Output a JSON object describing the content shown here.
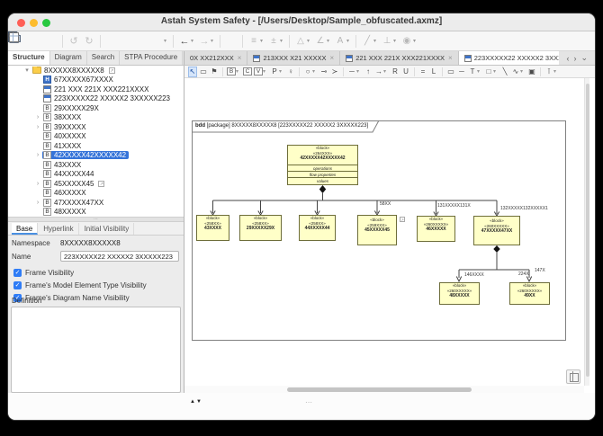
{
  "window": {
    "title": "Astah System Safety - [/Users/Desktop/Sample_obfuscated.axmz]"
  },
  "icons": {
    "undo": "↺",
    "redo": "↻",
    "back": "←",
    "forward": "→",
    "caret": "▾",
    "chevron_right": "›",
    "chevron_down": "▾",
    "close": "×",
    "link": "↗",
    "check": "✓",
    "tab_prev": "‹",
    "tab_next": "›",
    "tab_list": "⌄",
    "dots": "⋯",
    "up_tri": "▲",
    "down_tri": "▼",
    "block_letter": "B",
    "hazard_letter": "H",
    "gray_tools": [
      "≡",
      "±",
      "△",
      "∠",
      "A",
      "╱",
      "⊥",
      "◉"
    ]
  },
  "tools2": {
    "select": "↖",
    "frame": "▭",
    "pin": "⚑",
    "b": "B",
    "c": "C",
    "v": "V",
    "port": "P",
    "actor": "♀",
    "circle": "○",
    "lollipop": "⊸",
    "socket": "≻",
    "line": "─",
    "arrow_up": "↑",
    "arrow_right": "→",
    "r": "R",
    "u": "U",
    "eq": "=",
    "l": "L",
    "rect": "▭",
    "hline": "─",
    "text": "T",
    "square": "□",
    "diagonal": "╲",
    "curve": "∿",
    "image": "▣",
    "valign": "⊺"
  },
  "left_tabs": [
    "Structure",
    "Diagram",
    "Search",
    "STPA Procedure"
  ],
  "diagram_tabs": [
    {
      "label": "0X XX212XXX"
    },
    {
      "label": "213XXX X21 XXXXX"
    },
    {
      "label": "221 XXX 221X XXX221XXXX"
    },
    {
      "label": "223XXXXX22 XXXXX2 3XXXXX223"
    }
  ],
  "tree": {
    "items": [
      {
        "label": "8XXXXX8XXXXX8"
      },
      {
        "label": "67XXXXX67XXXX"
      },
      {
        "label": "221 XXX 221X XXX221XXXX"
      },
      {
        "label": "223XXXXX22 XXXXX2 3XXXXX223"
      },
      {
        "label": "29XXXXX29X"
      },
      {
        "label": "38XXXX"
      },
      {
        "label": "39XXXXX"
      },
      {
        "label": "40XXXXX"
      },
      {
        "label": "41XXXX"
      },
      {
        "label": "42XXXXX42XXXXX42"
      },
      {
        "label": "43XXXX"
      },
      {
        "label": "44XXXXX44"
      },
      {
        "label": "45XXXXX45"
      },
      {
        "label": "46XXXXX"
      },
      {
        "label": "47XXXXX47XX"
      },
      {
        "label": "48XXXXX"
      }
    ]
  },
  "props": {
    "tabs": [
      "Base",
      "Hyperlink",
      "Initial Visibility"
    ],
    "namespace_label": "Namespace",
    "namespace_value": "8XXXXX8XXXXX8",
    "name_label": "Name",
    "name_value": "223XXXXX22 XXXXX2 3XXXXX223",
    "checks": [
      "Frame Visibility",
      "Frame's Model Element Type Visibility",
      "Frame's Diagram Name Visibility"
    ],
    "definition_label": "Definition"
  },
  "canvas": {
    "header": {
      "kind": "bdd",
      "type": "[package]",
      "name": "8XXXXX8XXXXX8",
      "diagram": "[223XXXXX22 XXXXX2 3XXXXX223]"
    },
    "blocks": [
      {
        "stereo": "«block»",
        "stereo2": "«264XXX»",
        "name": "42XXXXX42XXXXX42",
        "compartments": [
          "operations",
          "flow properties",
          "values"
        ]
      },
      {
        "stereo": "«block»",
        "stereo2": "«258XX»",
        "name": "43XXXX"
      },
      {
        "stereo": "«block»",
        "stereo2": "«258XX»",
        "name": "29XXXXX29X"
      },
      {
        "stereo": "«block»",
        "stereo2": "«258XX»",
        "name": "44XXXXX44"
      },
      {
        "stereo": "«block»",
        "stereo2": "«259XXX»",
        "name": "45XXXXX45"
      },
      {
        "stereo": "«block»",
        "stereo2": "«260XXXXX»",
        "name": "46XXXXX"
      },
      {
        "stereo": "«block»",
        "stereo2": "«260XXXXX»",
        "name": "47XXXXX47XX"
      },
      {
        "stereo": "«block»",
        "stereo2": "«260XXXXX»",
        "name": "48XXXXX"
      },
      {
        "stereo": "«block»",
        "stereo2": "«260XXXXX»",
        "name": "49XX"
      }
    ],
    "edge_labels": [
      "58XX",
      "131XXXXX131X",
      "132XXXXX132XXXXX1",
      "146XXXX",
      "224X",
      "147X"
    ]
  },
  "colors": {
    "accent": "#3674d9",
    "block_fill": "#ffffc8",
    "selection": "#3674d9"
  }
}
